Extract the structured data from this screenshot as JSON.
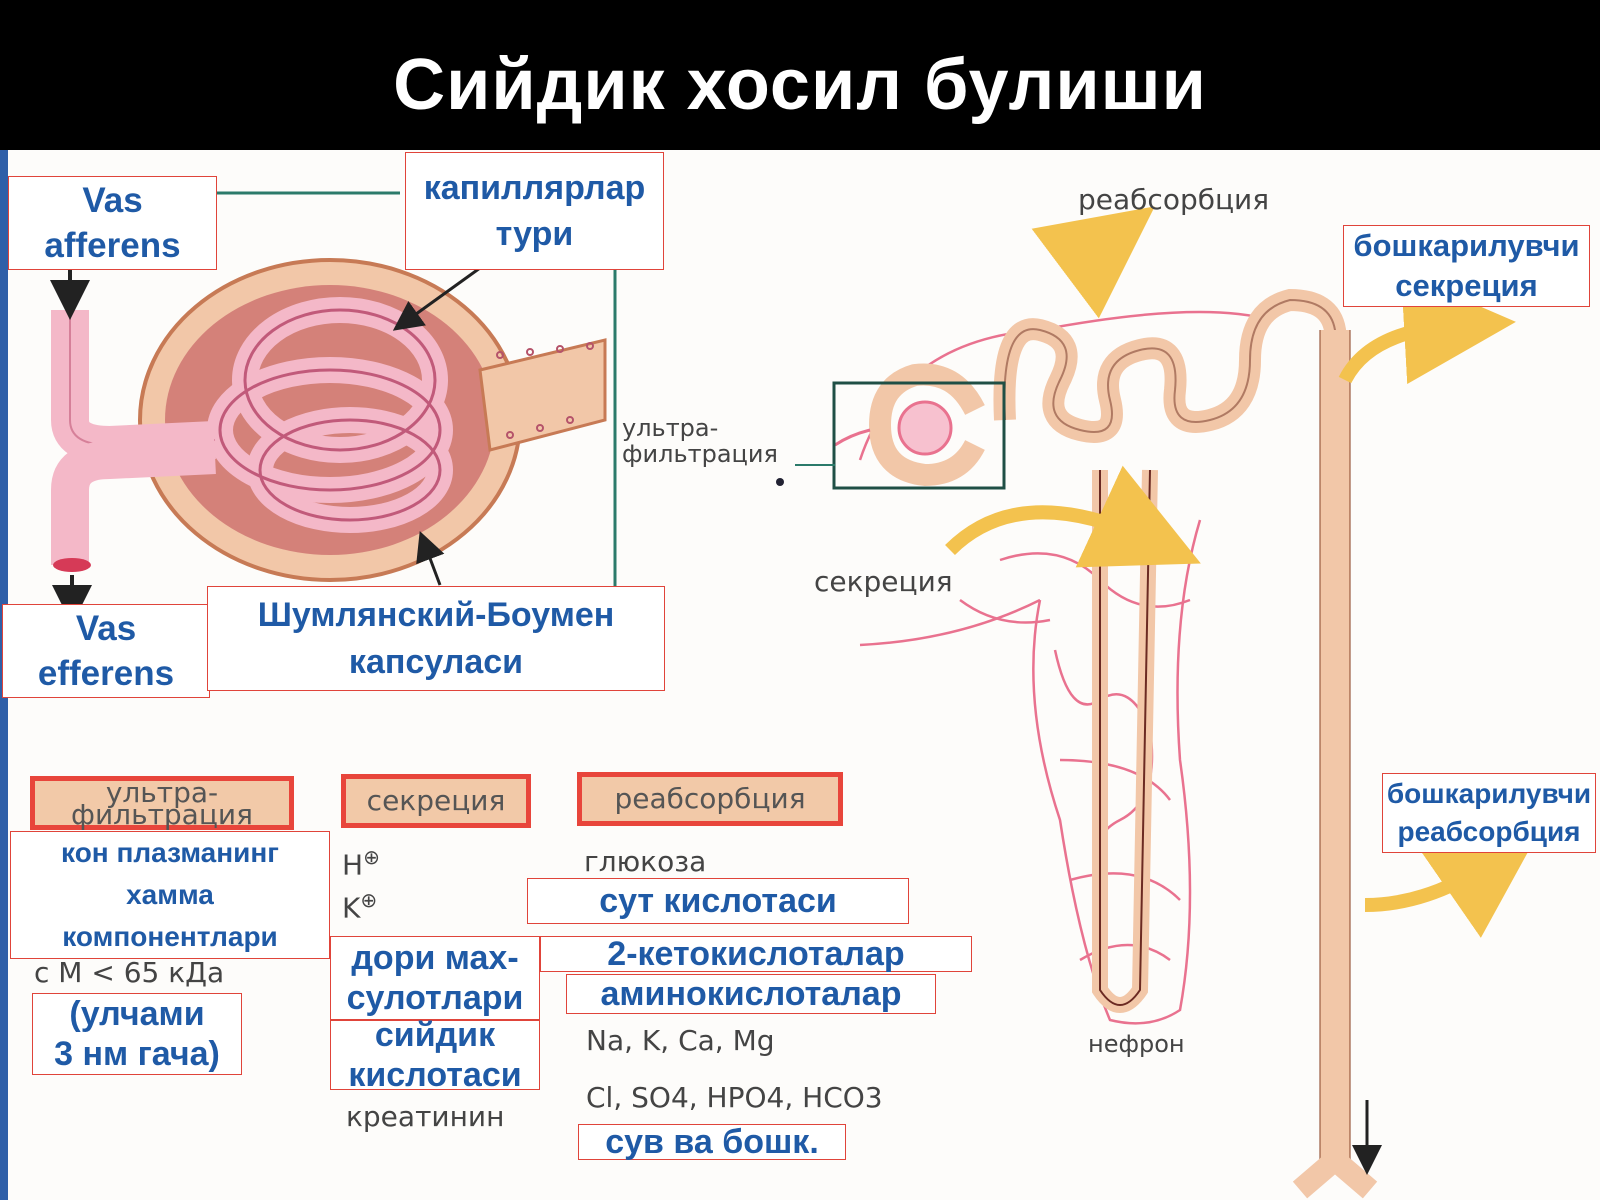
{
  "title": "Сийдик хосил булиши",
  "labels": {
    "vas_afferens": [
      "Vas",
      "afferens"
    ],
    "capillaries": [
      "капиллярлар",
      "тури"
    ],
    "vas_efferens": [
      "Vas",
      "efferens"
    ],
    "capsule": [
      "Шумлянский-Боумен",
      "капсуласи"
    ],
    "controlled_secretion": [
      "бошкарилувчи",
      "секреция"
    ],
    "controlled_reabsorption": [
      "бошкарилувчи",
      "реабсорбция"
    ],
    "plasma_components": [
      "кон плазманинг",
      "хамма",
      "компонентлари"
    ],
    "size_note": [
      "(улчами",
      "3 нм гача)"
    ],
    "drugs": [
      "дори мах-",
      "сулотлари"
    ],
    "uric_acid": [
      "сийдик",
      "кислотаси"
    ],
    "lactic_acid": "сут кислотаси",
    "keto_acids": "2-кетокислоталар",
    "amino_acids": "аминокислоталар",
    "water": "сув ва бошк."
  },
  "figure_text": {
    "reabsorption_top": "реабсорбция",
    "ultrafiltration": [
      "ультра-",
      "фильтрация"
    ],
    "secretion_mid": "секреция",
    "nephron": "нефрон",
    "tag_ultrafiltration": [
      "ультра-",
      "фильтрация"
    ],
    "tag_secretion": "секреция",
    "tag_reabsorption": "реабсорбция",
    "h_ion": "H",
    "k_ion": "K",
    "glucose": "глюкоза",
    "mass_note": "с M < 65 кДа",
    "cations": "Na, K, Ca, Mg",
    "anions": "Cl, SO4, HPO4, HCO3",
    "creatinine": "креатинин"
  },
  "colors": {
    "title_bg": "#000000",
    "label_border": "#e0443a",
    "label_text": "#1f5aa6",
    "capillary": "#e9728f",
    "tubule": "#f2c7a8",
    "arrow": "#f3c24e"
  }
}
